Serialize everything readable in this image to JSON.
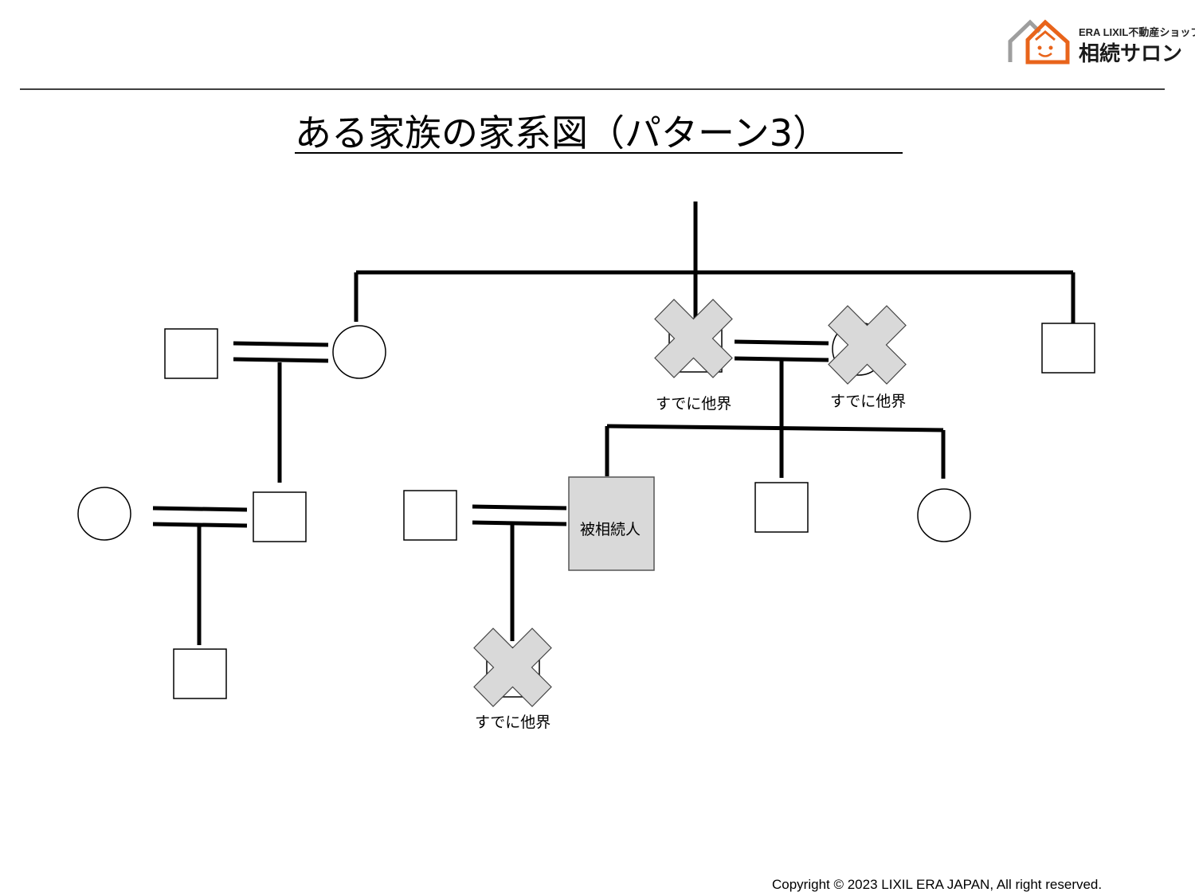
{
  "header": {
    "logo_company": "ERA LIXIL不動産ショップ",
    "logo_name": "相続サロン",
    "logo_colors": {
      "house_outline": "#9e9e9e",
      "house_inner": "#e8641b"
    }
  },
  "title": "ある家族の家系図（パターン3）",
  "diagram": {
    "deceased_label": "すでに他界",
    "decedent_label": "被相続人",
    "symbols": {
      "male": "square",
      "female": "circle",
      "deceased": "x-mark"
    },
    "colors": {
      "decedent_fill": "#d9d9d9",
      "x_fill": "#d9d9d9"
    }
  },
  "footer": {
    "copyright": "Copyright © 2023 LIXIL ERA JAPAN, All right reserved."
  }
}
